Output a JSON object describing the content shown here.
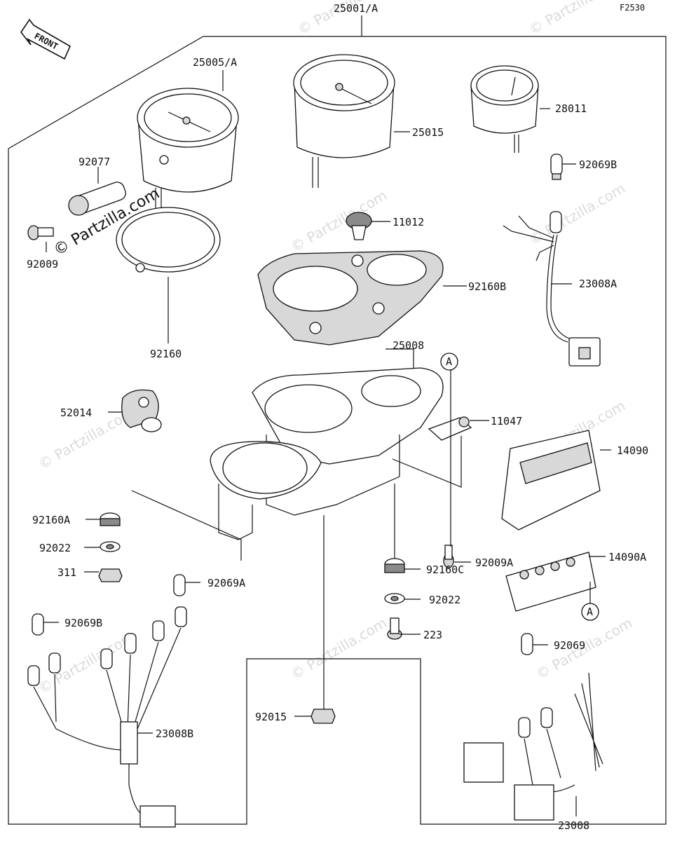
{
  "diagram": {
    "code": "F2530",
    "front_label": "FRONT",
    "watermark": "© Partzilla.com",
    "callout_a": "A",
    "parts": {
      "p25001A": "25001/A",
      "p25005A": "25005/A",
      "p25015": "25015",
      "p28011": "28011",
      "p92077": "92077",
      "p92009": "92009",
      "p92069B_top": "92069B",
      "p11012": "11012",
      "p92160B": "92160B",
      "p23008A": "23008A",
      "p92160": "92160",
      "p25008": "25008",
      "p11047": "11047",
      "p52014": "52014",
      "p14090": "14090",
      "p92160A": "92160A",
      "p92022_left": "92022",
      "p311": "311",
      "p92009A": "92009A",
      "p14090A": "14090A",
      "p92069A": "92069A",
      "p92160C": "92160C",
      "p92022_mid": "92022",
      "p92069B_left": "92069B",
      "p223": "223",
      "p92069": "92069",
      "p92015": "92015",
      "p23008B": "23008B",
      "p23008": "23008"
    }
  }
}
